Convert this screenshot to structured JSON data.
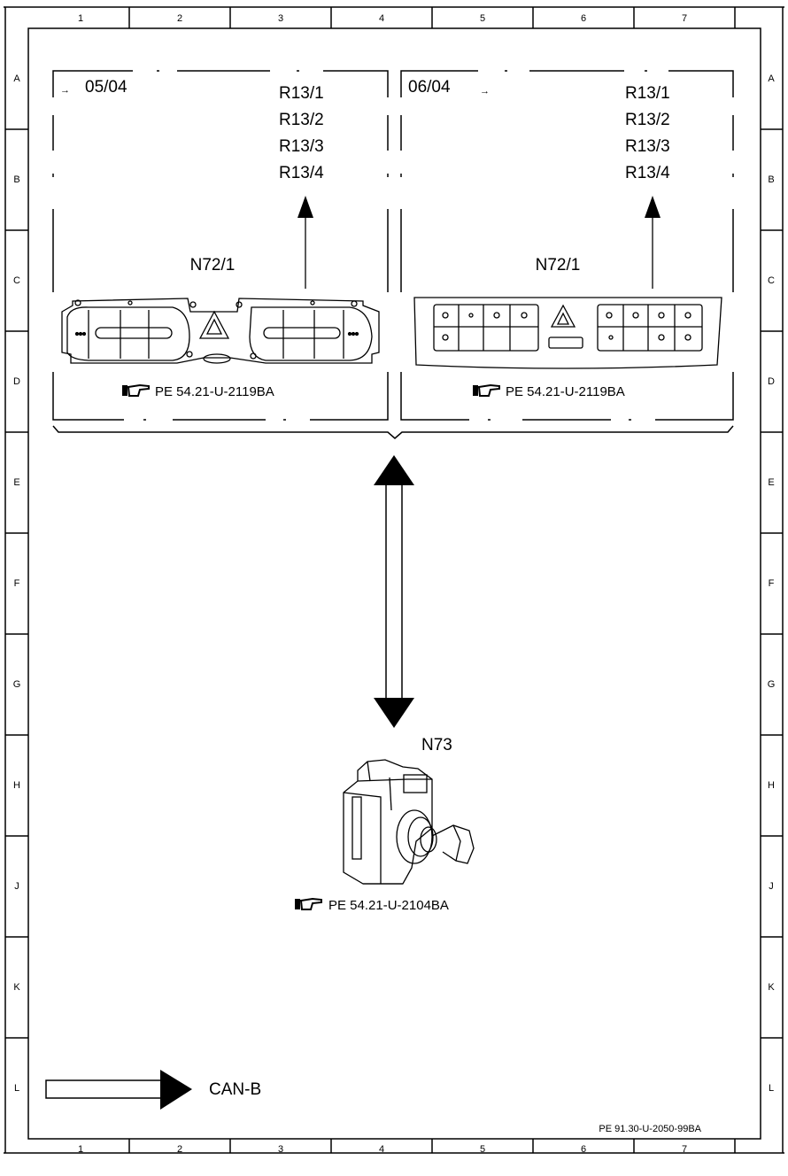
{
  "grid": {
    "columns": [
      "1",
      "2",
      "3",
      "4",
      "5",
      "6",
      "7"
    ],
    "rows": [
      "A",
      "B",
      "C",
      "D",
      "E",
      "F",
      "G",
      "H",
      "J",
      "K",
      "L"
    ]
  },
  "panel_left": {
    "variant": "05/04",
    "outputs": [
      "R13/1",
      "R13/2",
      "R13/3",
      "R13/4"
    ],
    "module": "N72/1",
    "reference": "PE 54.21-U-2119BA"
  },
  "panel_right": {
    "variant": "06/04",
    "outputs": [
      "R13/1",
      "R13/2",
      "R13/3",
      "R13/4"
    ],
    "module": "N72/1",
    "reference": "PE 54.21-U-2119BA"
  },
  "ignition": {
    "module": "N73",
    "reference": "PE 54.21-U-2104BA"
  },
  "legend": {
    "label": "CAN-B"
  },
  "footer": {
    "document_id": "PE 91.30-U-2050-99BA"
  }
}
